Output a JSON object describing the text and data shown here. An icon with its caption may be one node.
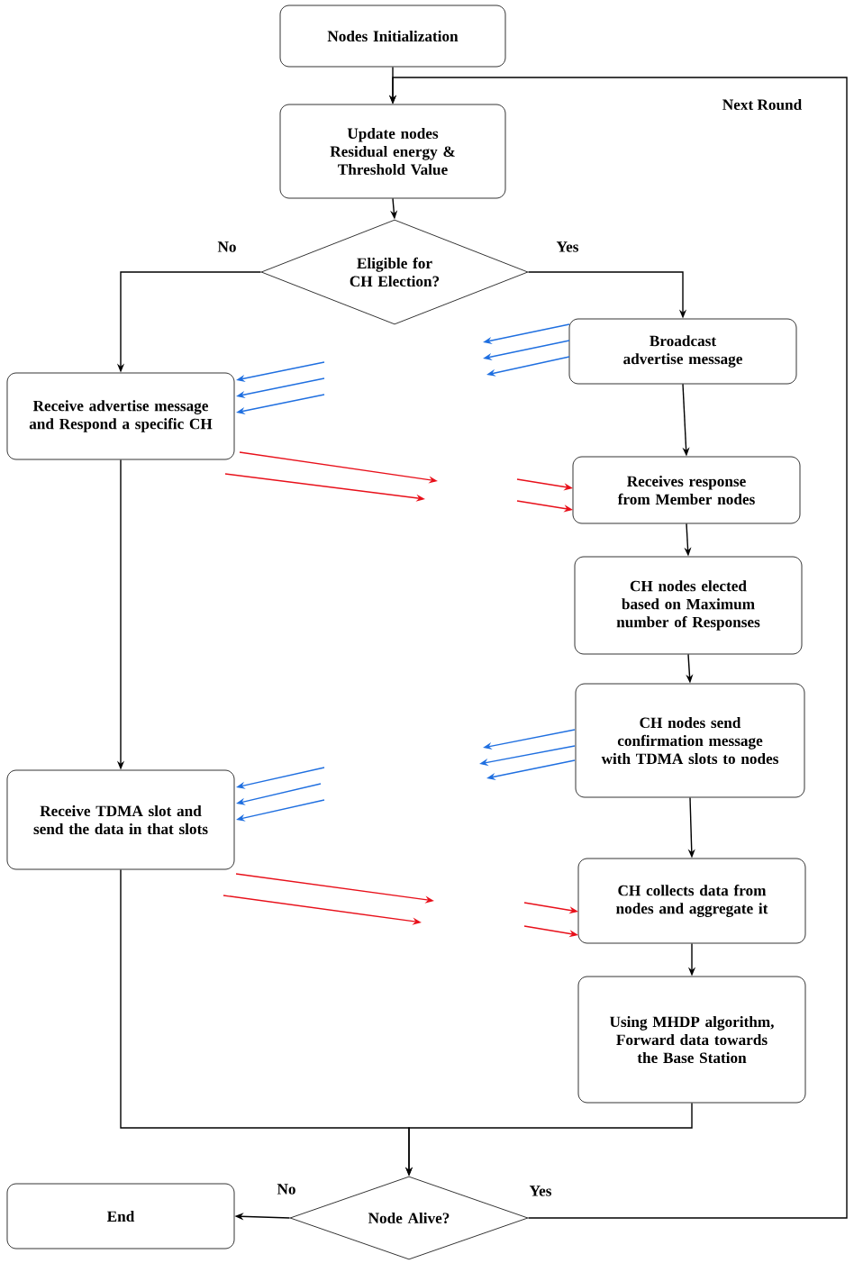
{
  "diagram": {
    "nodes": [
      {
        "text": [
          "Nodes Initialization"
        ]
      },
      {
        "text": [
          "Update nodes Residual energy & Threshold Value"
        ]
      },
      {
        "text": [
          "Eligible for CH Election?"
        ]
      },
      {
        "text": [
          "Receive advertise message and Respond a specific CH"
        ]
      },
      {
        "text": [
          "Broadcast advertise message"
        ]
      },
      {
        "text": [
          "Receives response from Member nodes"
        ]
      },
      {
        "text": [
          "CH nodes elected based on Maximum number of Responses"
        ]
      },
      {
        "text": [
          "CH nodes send confirmation message with TDMA slots to nodes"
        ]
      },
      {
        "text": [
          "Receive TDMA slot and send the data in that slots"
        ]
      },
      {
        "text": [
          "CH collects data from nodes and aggregate it"
        ]
      },
      {
        "text": [
          "Using MHDP algorithm, Forward data towards the Base Station"
        ]
      },
      {
        "text": [
          "Node Alive?"
        ]
      },
      {
        "text": [
          "End"
        ]
      }
    ],
    "edges": [
      {
        "from": 0,
        "to": 1,
        "arrow": "to"
      },
      {
        "from": 1,
        "to": 2,
        "arrow": "to"
      },
      {
        "from": 2,
        "to": 3,
        "arrow": "to",
        "label": "No"
      },
      {
        "from": 2,
        "to": 4,
        "arrow": "to",
        "label": "Yes"
      },
      {
        "from": 4,
        "to": 5,
        "arrow": "to"
      },
      {
        "from": 5,
        "to": 6,
        "arrow": "to"
      },
      {
        "from": 6,
        "to": 7,
        "arrow": "to"
      },
      {
        "from": 7,
        "to": 9,
        "arrow": "to"
      },
      {
        "from": 9,
        "to": 10,
        "arrow": "to"
      },
      {
        "from": 3,
        "to": 8,
        "arrow": "to"
      },
      {
        "from": 8,
        "to": 11,
        "arrow": "to"
      },
      {
        "from": 10,
        "to": 11,
        "arrow": "to"
      },
      {
        "from": 11,
        "to": 12,
        "arrow": "to",
        "label": "No"
      },
      {
        "from": 11,
        "to": 1,
        "arrow": "to",
        "label": "Yes"
      }
    ],
    "labels": [
      "Next Round"
    ]
  }
}
